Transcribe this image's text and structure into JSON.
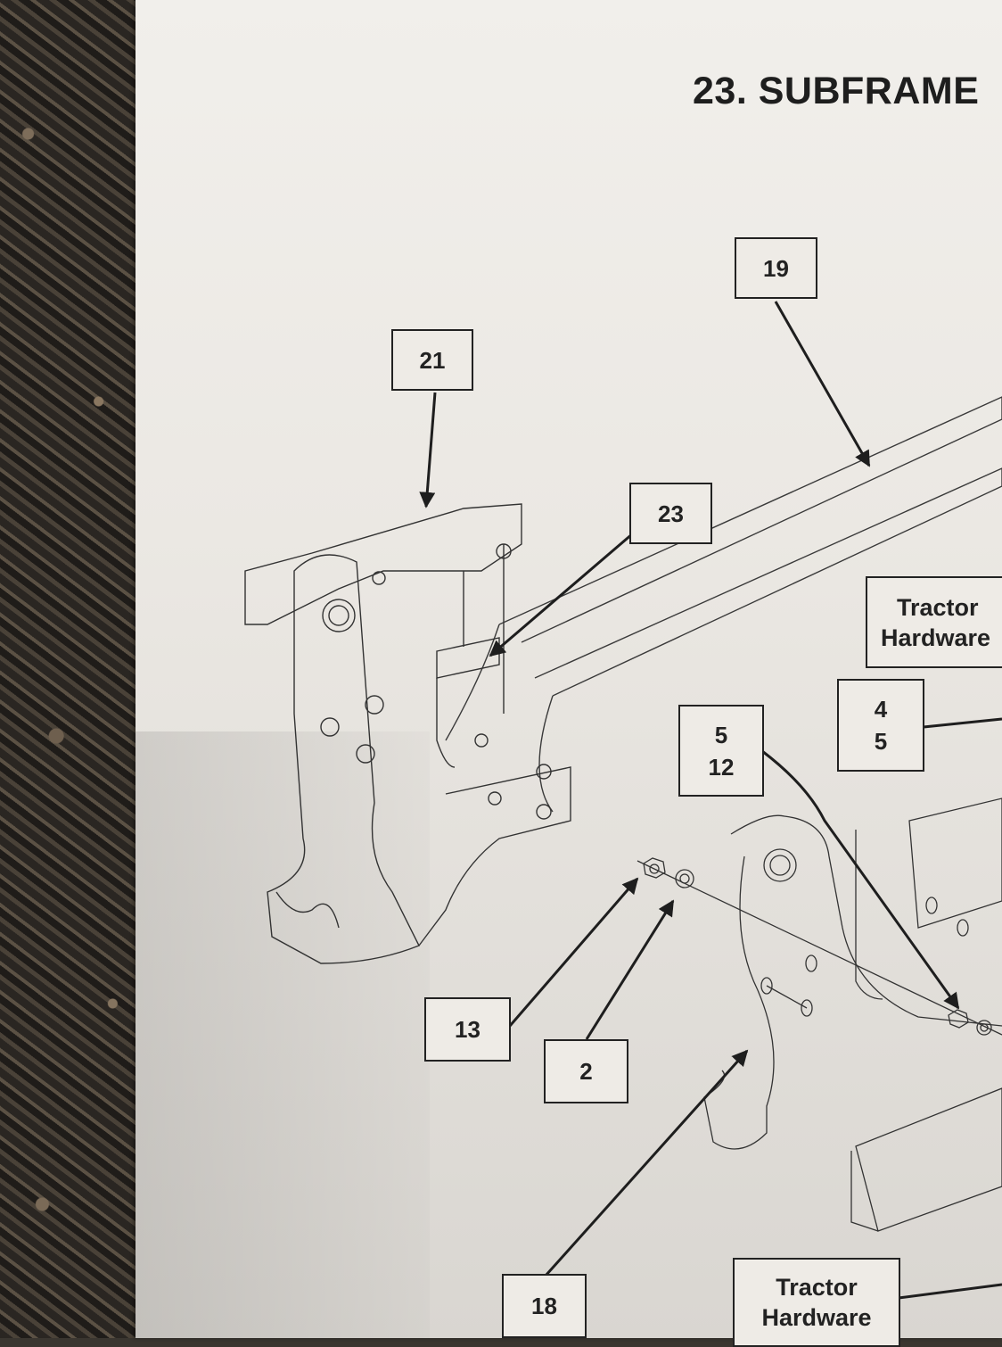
{
  "page": {
    "title": "23. SUBFRAME"
  },
  "callouts": {
    "c19": "19",
    "c21": "21",
    "c23": "23",
    "c13": "13",
    "c2": "2",
    "c18": "18",
    "c4_5": [
      "4",
      "5"
    ],
    "c5_12": [
      "5",
      "12"
    ],
    "tractor_hw_top": [
      "Tractor",
      "Hardware"
    ],
    "tractor_hw_bottom": [
      "Tractor",
      "Hardware"
    ]
  },
  "colors": {
    "ink": "#222222",
    "paper": "#eeebe6"
  }
}
